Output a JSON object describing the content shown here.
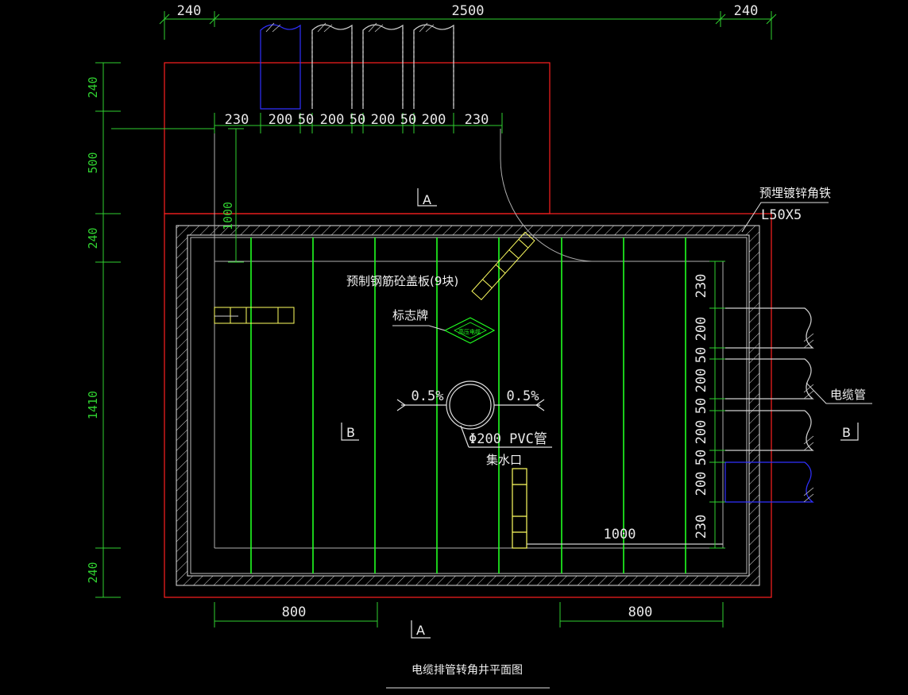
{
  "dimensions": {
    "top": [
      "240",
      "2500",
      "240"
    ],
    "pipe_spacing": [
      "230",
      "200",
      "50",
      "200",
      "50",
      "200",
      "50",
      "200",
      "230"
    ],
    "left": [
      "240",
      "500",
      "240",
      "1410",
      "240"
    ],
    "right_pipe_spacing": [
      "230",
      "200",
      "50",
      "200",
      "50",
      "200",
      "50",
      "200",
      "230"
    ],
    "bottom_left": "800",
    "bottom_right": "800",
    "inner_vertical": "1000",
    "inner_horizontal": "1000",
    "slope_left": "0.5%",
    "slope_right": "0.5%"
  },
  "labels": {
    "angle_iron_line1": "预埋镀锌角铁",
    "angle_iron_line2": "L50X5",
    "cover_plate": "预制钢筋砼盖板(9块)",
    "sign_plate": "标志牌",
    "sign_text": "高压电缆",
    "cable_pipe": "电缆管",
    "pvc_pipe": "Φ200 PVC管",
    "sump": "集水口"
  },
  "section_marks": {
    "a_top": "A",
    "a_bottom": "A",
    "b_left": "B",
    "b_right": "B"
  },
  "title": "电缆排管转角井平面图",
  "colors": {
    "background": "#000000",
    "outline": "#ff2020",
    "dimension": "#30d030",
    "cover_joint": "#20ff20",
    "highlight_pipe": "#3030ff",
    "sign": "#20ff20",
    "annotation": "#f0f0f0",
    "sump_box": "#ffff60"
  }
}
